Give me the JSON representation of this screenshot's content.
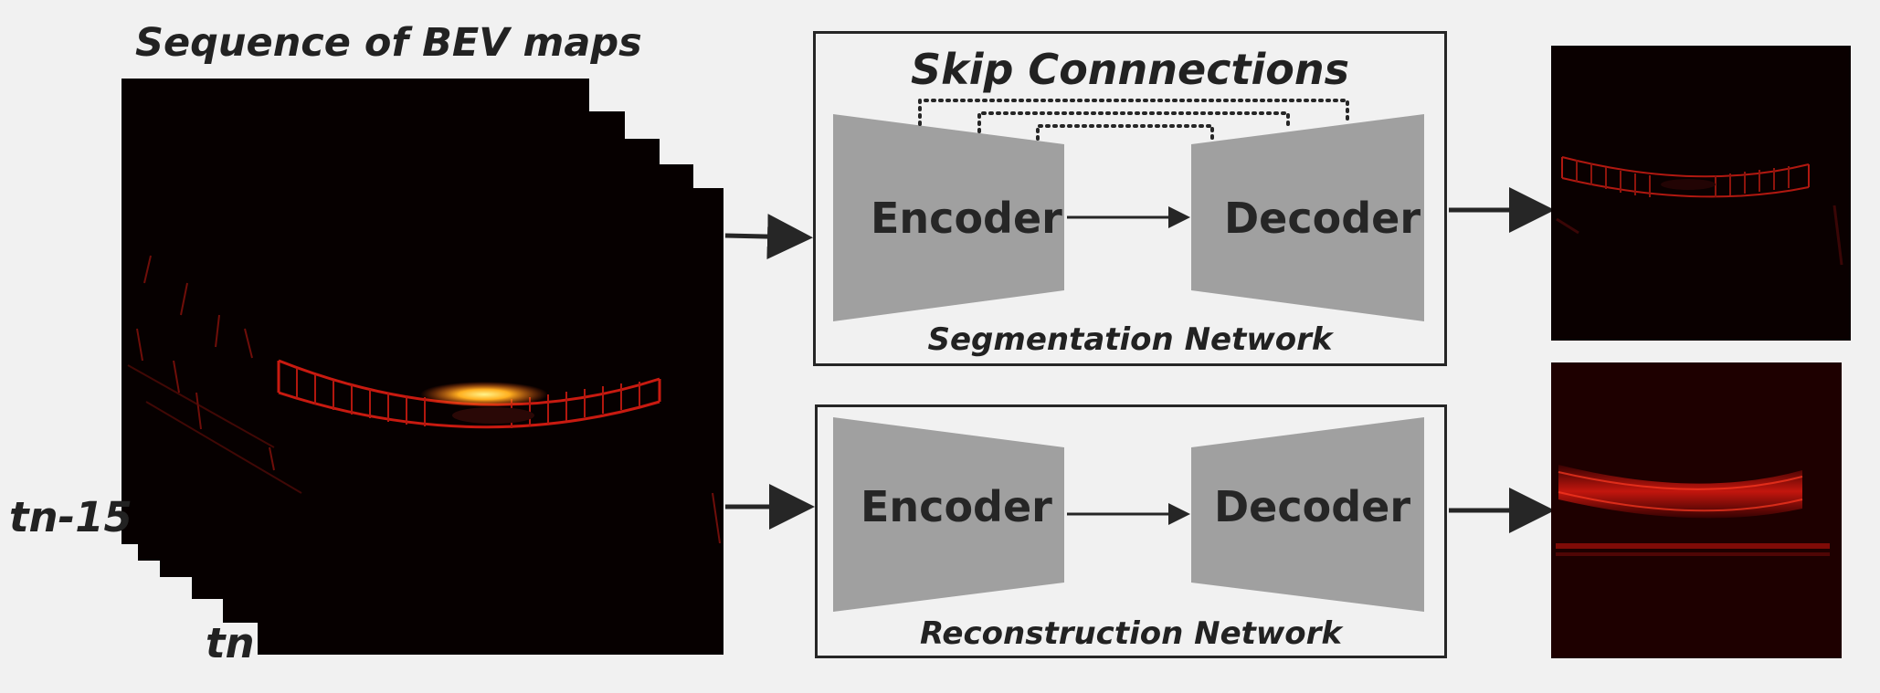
{
  "input": {
    "title": "Sequence of BEV maps",
    "first_frame_label": "tn-15",
    "last_frame_label": "tn"
  },
  "segmentation_network": {
    "skip_label": "Skip Connnections",
    "encoder_label": "Encoder",
    "decoder_label": "Decoder",
    "name": "Segmentation Network"
  },
  "reconstruction_network": {
    "encoder_label": "Encoder",
    "decoder_label": "Decoder",
    "name": "Reconstruction Network"
  },
  "colors": {
    "background": "#f1f1f1",
    "block_fill": "#a0a0a0",
    "line": "#262626",
    "bev_background": "#060000",
    "heat_red": "#cc1a10",
    "heat_yellow": "#ffe24a"
  }
}
